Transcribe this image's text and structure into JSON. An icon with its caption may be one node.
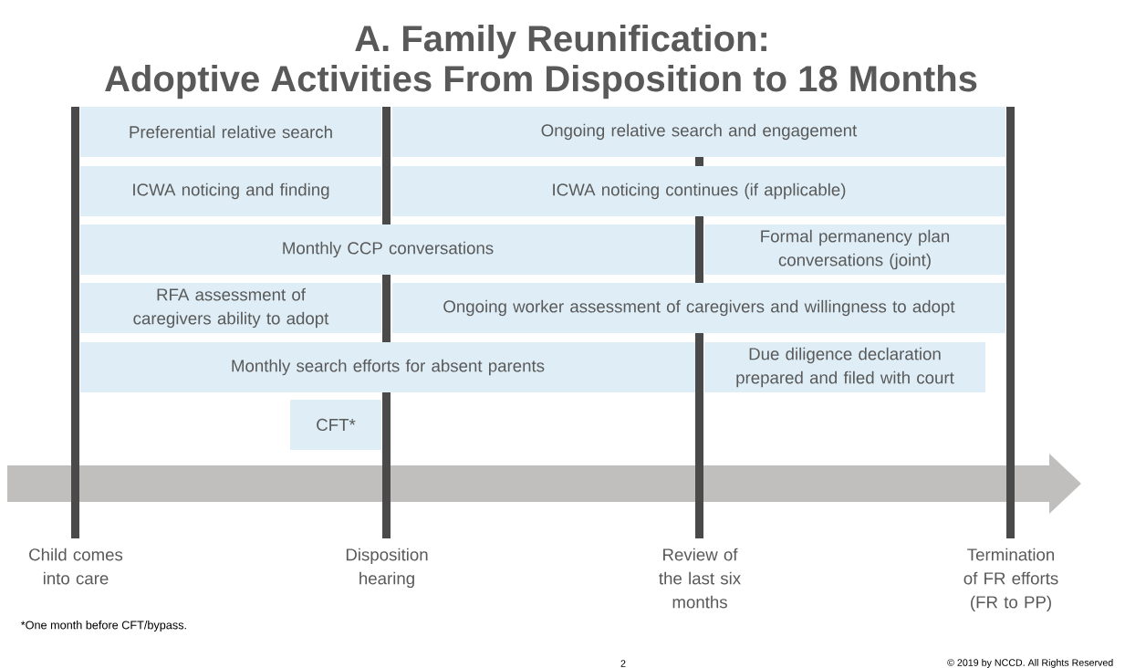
{
  "diagram": {
    "title": "A. Family Reunification:",
    "nodes": [
      {
        "text": [
          "Preferential relative search"
        ]
      },
      {
        "text": [
          "Ongoing relative search and engagement"
        ]
      },
      {
        "text": [
          "ICWA noticing and finding"
        ]
      },
      {
        "text": [
          "ICWA noticing continues (if applicable)"
        ]
      },
      {
        "text": [
          "Monthly CCP conversations"
        ]
      },
      {
        "text": [
          "Formal permanency plan conversations (joint)"
        ]
      },
      {
        "text": [
          "RFA assessment of caregivers ability to adopt"
        ]
      },
      {
        "text": [
          "Ongoing worker assessment of caregivers and willingness to adopt"
        ]
      },
      {
        "text": [
          "Monthly search efforts for absent parents"
        ]
      },
      {
        "text": [
          "Due diligence declaration prepared and filed with court"
        ]
      },
      {
        "text": [
          "CFT*"
        ]
      }
    ],
    "edges": [],
    "labels": [
      "Adoptive Activities From Disposition to 18 Months",
      "Child comes into care",
      "Disposition hearing",
      "Review of the last six months",
      "Termination of FR efforts (FR to PP)",
      "*One month before CFT/bypass.",
      "2",
      "© 2019 by NCCD. All Rights Reserved"
    ]
  }
}
